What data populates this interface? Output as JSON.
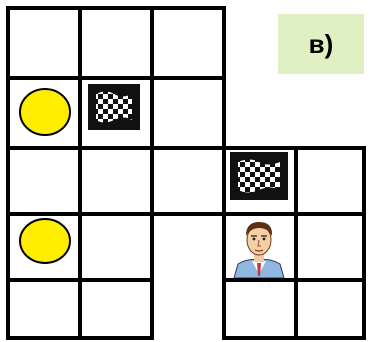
{
  "label": {
    "text": "в)",
    "background": "#dff0c2"
  },
  "board": {
    "rows": 5,
    "columns": 5,
    "open_cells": [
      {
        "row": 1,
        "col": 1
      },
      {
        "row": 1,
        "col": 2
      },
      {
        "row": 1,
        "col": 3
      },
      {
        "row": 2,
        "col": 1
      },
      {
        "row": 2,
        "col": 2
      },
      {
        "row": 2,
        "col": 3
      },
      {
        "row": 3,
        "col": 1
      },
      {
        "row": 3,
        "col": 2
      },
      {
        "row": 3,
        "col": 3
      },
      {
        "row": 3,
        "col": 4
      },
      {
        "row": 3,
        "col": 5
      },
      {
        "row": 4,
        "col": 1
      },
      {
        "row": 4,
        "col": 2
      },
      {
        "row": 4,
        "col": 4
      },
      {
        "row": 4,
        "col": 5
      },
      {
        "row": 5,
        "col": 1
      },
      {
        "row": 5,
        "col": 2
      },
      {
        "row": 5,
        "col": 4
      },
      {
        "row": 5,
        "col": 5
      }
    ],
    "pieces": [
      {
        "type": "coin",
        "icon": "yellow-coin-icon",
        "color": "#ffee00",
        "row": 2,
        "col": 1
      },
      {
        "type": "coin",
        "icon": "yellow-coin-icon",
        "color": "#ffee00",
        "row": 4,
        "col": 1
      },
      {
        "type": "checkered-flag",
        "icon": "checkered-flag-icon",
        "row": 2,
        "col": 2
      },
      {
        "type": "checkered-flag",
        "icon": "checkered-flag-icon",
        "row": 3,
        "col": 4
      },
      {
        "type": "player",
        "icon": "man-portrait-icon",
        "row": 4,
        "col": 4
      }
    ]
  }
}
